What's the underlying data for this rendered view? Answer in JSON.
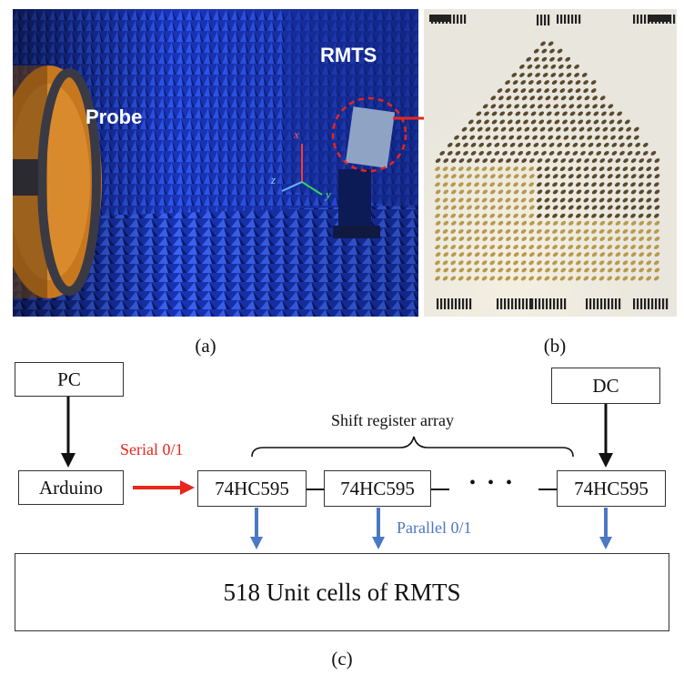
{
  "panels": {
    "a": {
      "caption": "(a)",
      "labels": {
        "probe": "Probe",
        "rmts": "RMTS"
      },
      "axes": {
        "x": "x",
        "y": "y",
        "z": "z"
      }
    },
    "b": {
      "caption": "(b)"
    },
    "c": {
      "caption": "(c)"
    }
  },
  "diagram": {
    "pc": "PC",
    "dc": "DC",
    "arduino": "Arduino",
    "serial_label": "Serial 0/1",
    "shift_register_label": "Shift register array",
    "registers": [
      "74HC595",
      "74HC595",
      "74HC595"
    ],
    "ellipsis": "• • •",
    "parallel_label": "Parallel 0/1",
    "unit_cells": "518 Unit cells of RMTS"
  },
  "colors": {
    "serial_arrow": "#e8261b",
    "parallel_arrow": "#4a78c4",
    "photo_highlight_arrow": "#e8261b",
    "chamber_blue": "#1c3fd6"
  }
}
